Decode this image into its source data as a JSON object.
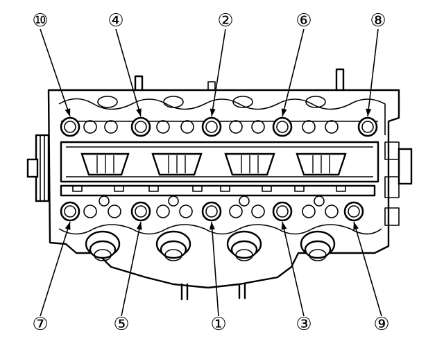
{
  "diagram": {
    "callouts": [
      {
        "label": "⑩",
        "bolt": 10
      },
      {
        "label": "④",
        "bolt": 4
      },
      {
        "label": "②",
        "bolt": 2
      },
      {
        "label": "⑥",
        "bolt": 6
      },
      {
        "label": "⑧",
        "bolt": 8
      },
      {
        "label": "⑦",
        "bolt": 7
      },
      {
        "label": "⑤",
        "bolt": 5
      },
      {
        "label": "①",
        "bolt": 1
      },
      {
        "label": "③",
        "bolt": 3
      },
      {
        "label": "⑨",
        "bolt": 9
      }
    ],
    "colors": {
      "ink": "#000000",
      "paper": "#ffffff"
    }
  }
}
